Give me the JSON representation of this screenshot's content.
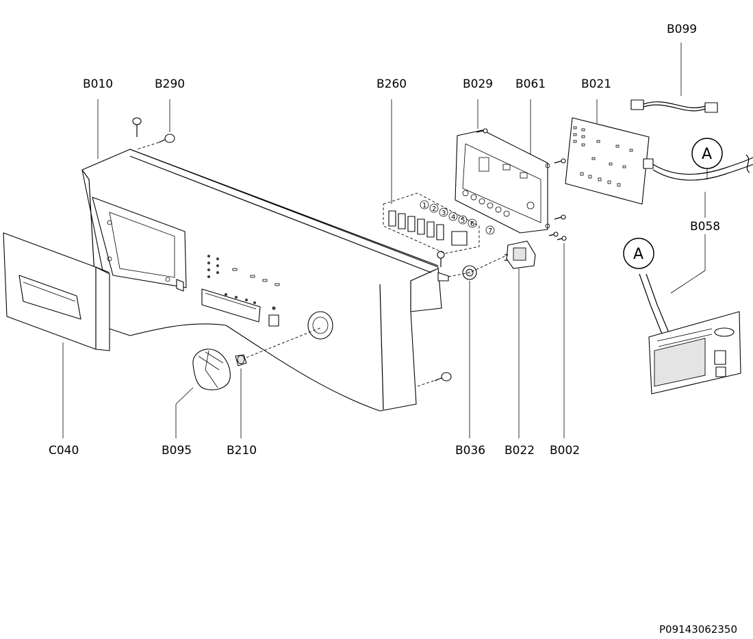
{
  "labels": {
    "B099": "B099",
    "B010": "B010",
    "B290": "B290",
    "B260": "B260",
    "B029": "B029",
    "B061": "B061",
    "B021": "B021",
    "B058": "B058",
    "C040": "C040",
    "B095": "B095",
    "B210": "B210",
    "B036": "B036",
    "B022": "B022",
    "B002": "B002"
  },
  "connector_marks": {
    "top": "A",
    "bottom": "A"
  },
  "button_numbers": [
    "1",
    "2",
    "3",
    "4",
    "5",
    "6",
    "7"
  ],
  "figure_code": "P09143062350"
}
